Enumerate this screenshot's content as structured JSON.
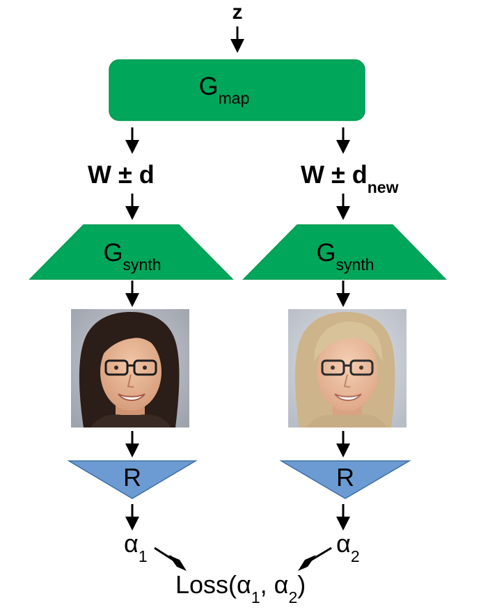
{
  "colors": {
    "generator": "#00a65a",
    "generator_border": "#009a50",
    "regressor": "#6b9bd2",
    "regressor_border": "#3d6fa8"
  },
  "input": {
    "label": "z"
  },
  "mapping": {
    "main": "G",
    "sub": "map"
  },
  "left": {
    "latent_main": "W ± d",
    "latent_sub": "",
    "synth_main": "G",
    "synth_sub": "synth",
    "face": "face-photo-dark-hair-glasses",
    "regressor": "R",
    "alpha_main": "α",
    "alpha_sub": "1"
  },
  "right": {
    "latent_main": "W ± d",
    "latent_sub": "new",
    "synth_main": "G",
    "synth_sub": "synth",
    "face": "face-photo-blonde-hair-glasses",
    "regressor": "R",
    "alpha_main": "α",
    "alpha_sub": "2"
  },
  "loss": {
    "prefix": "Loss(α",
    "sub1": "1",
    "mid": ", α",
    "sub2": "2",
    "suffix": ")"
  }
}
